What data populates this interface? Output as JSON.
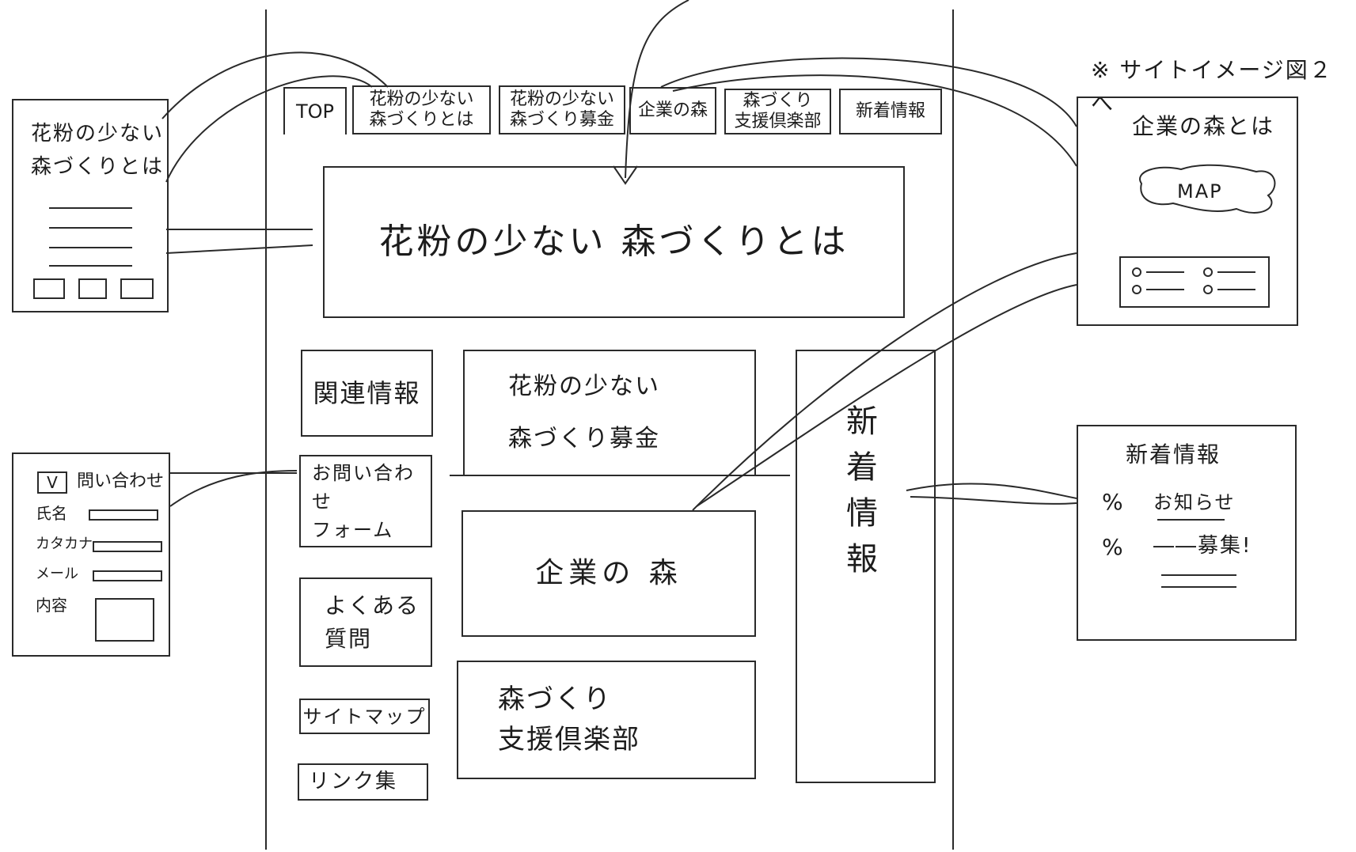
{
  "note": "※ サイトイメージ図２へ",
  "nav": {
    "tabs": [
      {
        "label": "TOP"
      },
      {
        "label": "花粉の少ない\n森づくりとは"
      },
      {
        "label": "花粉の少ない\n森づくり募金"
      },
      {
        "label": "企業の森"
      },
      {
        "label": "森づくり\n支援倶楽部"
      },
      {
        "label": "新着情報"
      }
    ]
  },
  "hero": {
    "title": "花粉の少ない 森づくりとは"
  },
  "sidebar": {
    "items": [
      {
        "label": "関連情報"
      },
      {
        "label": "お問い合わせ\nフォーム"
      },
      {
        "label": "よくある\n質問"
      },
      {
        "label": "サイトマップ"
      },
      {
        "label": "リンク集"
      }
    ]
  },
  "center": {
    "items": [
      {
        "label": "花粉の少ない\n森づくり募金"
      },
      {
        "label": "企業の 森"
      },
      {
        "label": "森づくり\n支援倶楽部"
      }
    ]
  },
  "news_column": {
    "label": "新\n着\n情\n報"
  },
  "callout_about": {
    "title": "花粉の少ない\n森づくりとは"
  },
  "callout_contact": {
    "checkbox_mark": "V",
    "title": "問い合わせ",
    "fields": [
      {
        "label": "氏名"
      },
      {
        "label": "カタカナ"
      },
      {
        "label": "メール"
      },
      {
        "label": "内容"
      }
    ]
  },
  "callout_company": {
    "title": "企業の森とは",
    "map_label": "MAP"
  },
  "callout_news": {
    "title": "新着情報",
    "items": [
      {
        "mark": "%",
        "text": "お知らせ"
      },
      {
        "mark": "%",
        "text": "――募集!"
      }
    ]
  }
}
